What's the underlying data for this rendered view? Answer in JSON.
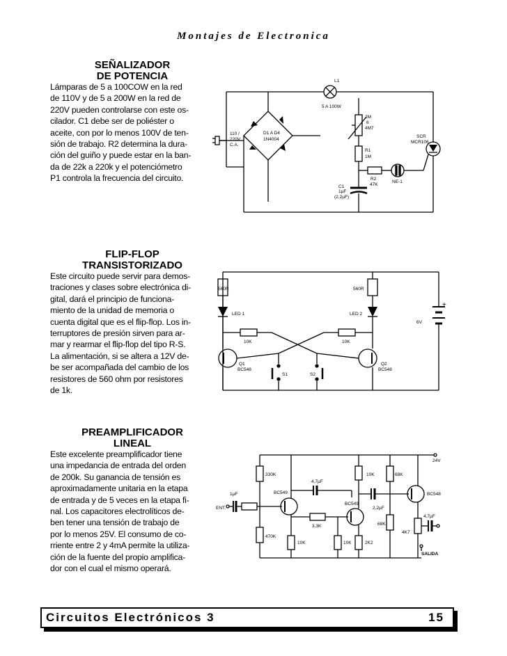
{
  "header": {
    "title": "Montajes de Electronica"
  },
  "sections": [
    {
      "title_lines": [
        "SEÑALIZADOR",
        "DE POTENCIA"
      ],
      "body_lines": [
        "Lámparas de 5 a 100COW en la red",
        "de 110V y de 5 a 200W en la red de",
        "220V pueden controlarse con este os-",
        "cilador. C1 debe ser de poliéster o",
        "aceite, con por lo menos 100V de ten-",
        "sión de trabajo. R2 determina la dura-",
        "ción del guiño y puede estar en la ban-",
        "da de 22k a 220k y el potenciómetro",
        "P1 controla la frecuencia del circuito."
      ],
      "labels": {
        "l1": "L1",
        "lamp": "5 A 100W",
        "mains1": "110 /",
        "mains2": "220V",
        "mains3": "C.A.",
        "diodes1": "D1 A D4",
        "diodes2": "1N4004",
        "pot1": "2M",
        "pot2": "6",
        "pot3": "4M7",
        "r1a": "R1",
        "r1b": "1M",
        "r2a": "R2",
        "r2b": "47K",
        "ne": "NE-1",
        "scr1": "SCR",
        "scr2": "MCR106",
        "c1a": "C1",
        "c1b": "1µF",
        "c1c": "(2,2µF)"
      }
    },
    {
      "title_lines": [
        "FLIP-FLOP",
        "TRANSISTORIZADO"
      ],
      "body_lines": [
        "Este circuito puede servir para demos-",
        "traciones y clases sobre electrónica di-",
        "gital, dará el principio de funciona-",
        "miento de la unidad de memoria o",
        "cuenta digital que es el flip-flop. Los in-",
        "terruptores de presión sirven para ar-",
        "mar y rearmar el flip-flop del tipo R-S.",
        "La alimentación, si se altera a 12V de-",
        "be ser acompañada del cambio de los",
        "resistores de 560 ohm por resistores",
        "de 1k."
      ],
      "labels": {
        "r560a": "560R",
        "r560b": "560R",
        "led1": "LED 1",
        "led2": "LED 2",
        "r10ka": "10K",
        "r10kb": "10K",
        "q1a": "Q1",
        "q1b": "BC548",
        "q2a": "Q2",
        "q2b": "BC548",
        "s1": "S1",
        "s2": "S2",
        "batt": "6V",
        "plus": "+"
      }
    },
    {
      "title_lines": [
        "PREAMPLIFICADOR",
        "LINEAL"
      ],
      "body_lines": [
        "Este excelente preamplificador tiene",
        "una impedancia de entrada del orden",
        "de 200k. Su ganancia de tensión es",
        "aproximadamente unitaria en la etapa",
        "de entrada y de 5 veces en la etapa fi-",
        "nal. Los capacitores electrolíticos de-",
        "ben tener una tensión de trabajo de",
        "por lo menos 25V. El consumo de co-",
        "rriente entre 2 y 4mA permite la utiliza-",
        "ción de la fuente del propio amplifica-",
        "dor con el cual el mismo operará."
      ],
      "labels": {
        "v24": "24V",
        "r330k": "330K",
        "r470k": "470K",
        "r10ka": "10K",
        "r10kb": "10K",
        "r10kc": "10K",
        "r68ka": "68K",
        "r68kb": "68K",
        "r33k": "3,3K",
        "r2k2": "2K2",
        "r4k7": "4K7",
        "c1u": "1µF",
        "c47a": "4,7µF",
        "c22": "2,2µF",
        "c47b": "4,7µF",
        "q1": "BC549",
        "q2": "BC549",
        "q3": "BC548",
        "ent": "ENT.",
        "salida": "SALIDA"
      }
    }
  ],
  "footer": {
    "title": "Circuitos Electrónicos 3",
    "page": "15"
  }
}
